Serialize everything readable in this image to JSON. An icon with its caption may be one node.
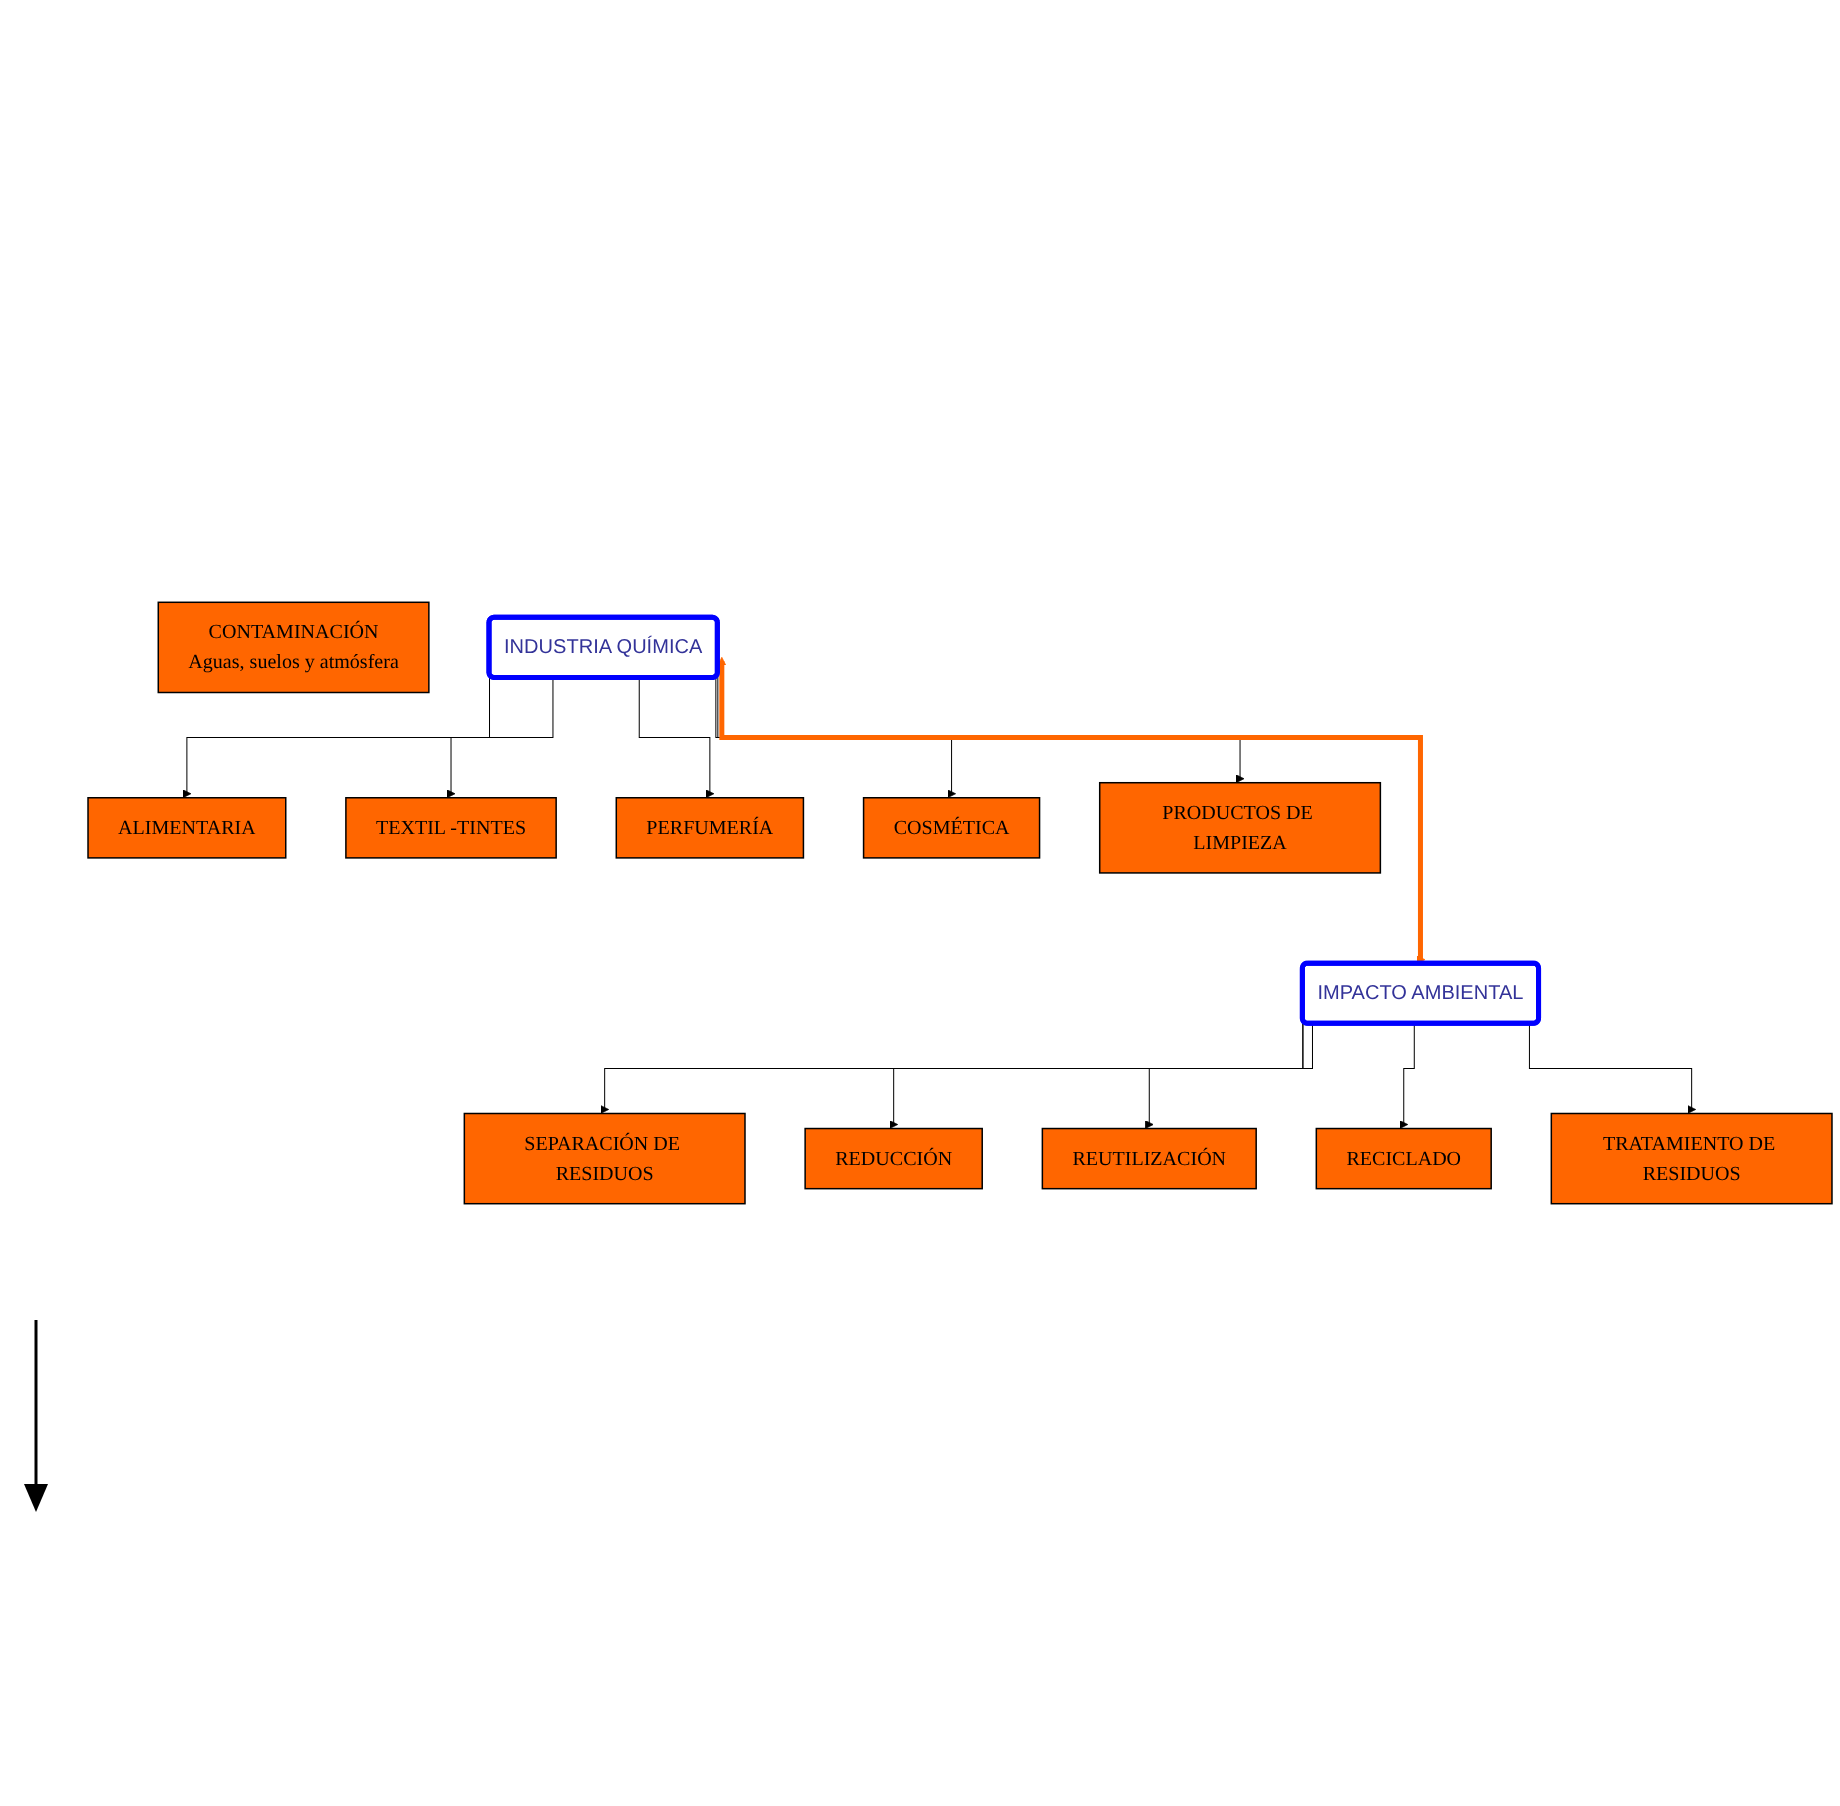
{
  "diagram": {
    "nodes": [
      {
        "text": [
          "ALIMENTARIA"
        ]
      },
      {
        "text": [
          "INDUSTRIA QUÍMICA"
        ]
      },
      {
        "text": [
          "TEXTIL -TINTES"
        ]
      },
      {
        "text": [
          "PERFUMERÍA"
        ]
      },
      {
        "text": [
          "COSMÉTICA"
        ]
      },
      {
        "text": [
          "PRODUCTOS DE LIMPIEZA"
        ]
      },
      {
        "text": [
          "IMPACTO AMBIENTAL"
        ]
      },
      {
        "text": [
          "SEPARACIÓN DE RESIDUOS"
        ]
      },
      {
        "text": [
          "REDUCCIÓN"
        ]
      },
      {
        "text": [
          "REUTILIZACIÓN"
        ]
      },
      {
        "text": [
          "RECICLADO"
        ]
      },
      {
        "text": [
          "CONTAMINACIÓN",
          "Aguas, suelos y atmósfera"
        ]
      },
      {
        "text": [
          "TRATAMIENTO DE RESIDUOS"
        ]
      }
    ],
    "edges": [
      {
        "from": 1,
        "to": 0,
        "arrow": "to"
      },
      {
        "from": 1,
        "to": 2,
        "arrow": "to"
      },
      {
        "from": 1,
        "to": 3,
        "arrow": "to"
      },
      {
        "from": 1,
        "to": 4,
        "arrow": "to"
      },
      {
        "from": 1,
        "to": 5,
        "arrow": "to"
      },
      {
        "from": 1,
        "to": 6,
        "arrow": "both",
        "style": "thick",
        "color": "#ff6600"
      },
      {
        "from": 6,
        "to": 7,
        "arrow": "to"
      },
      {
        "from": 6,
        "to": 8,
        "arrow": "to"
      },
      {
        "from": 6,
        "to": 9,
        "arrow": "to"
      },
      {
        "from": 6,
        "to": 10,
        "arrow": "to"
      },
      {
        "from": 6,
        "to": 12,
        "arrow": "to"
      }
    ]
  }
}
